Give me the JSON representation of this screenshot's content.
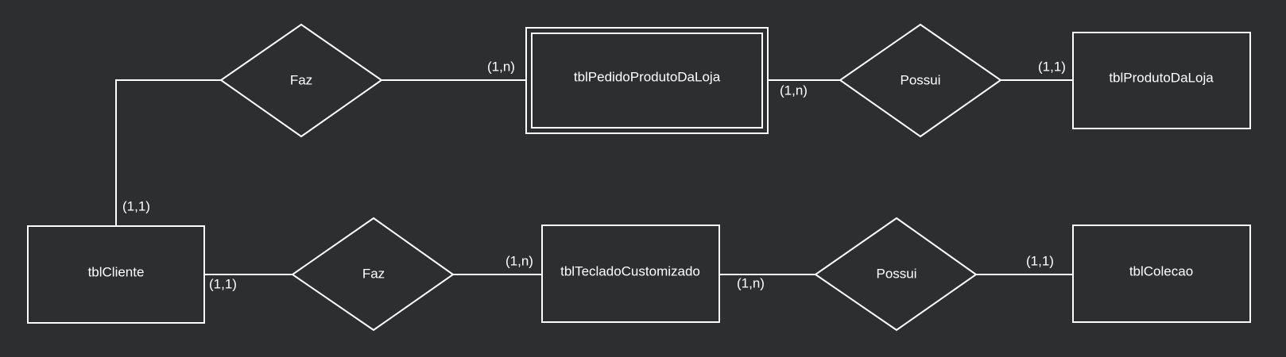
{
  "entities": {
    "pedido": "tblPedidoProdutoDaLoja",
    "produto": "tblProdutoDaLoja",
    "cliente": "tblCliente",
    "teclado": "tblTecladoCustomizado",
    "colecao": "tblColecao"
  },
  "relationships": {
    "faz_top": "Faz",
    "possui_top": "Possui",
    "faz_bottom": "Faz",
    "possui_bottom": "Possui"
  },
  "cardinalities": {
    "cliente_faz_top": "(1,1)",
    "pedido_faz_top": "(1,n)",
    "pedido_possui": "(1,n)",
    "produto_possui": "(1,1)",
    "cliente_faz_bottom": "(1,1)",
    "teclado_faz_bottom": "(1,n)",
    "teclado_possui": "(1,n)",
    "colecao_possui": "(1,1)"
  }
}
